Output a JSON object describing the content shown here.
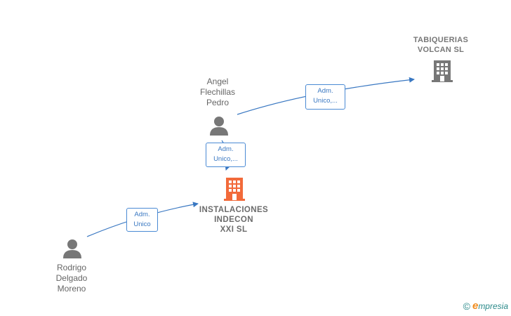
{
  "nodes": {
    "tabiquerias": {
      "label": "TABIQUERIAS\nVOLCAN  SL",
      "icon": "building-icon",
      "color": "#777777"
    },
    "angel": {
      "label": "Angel\nFlechillas\nPedro",
      "icon": "person-icon",
      "color": "#777777"
    },
    "instalaciones": {
      "label": "INSTALACIONES\nINDECON\nXXI  SL",
      "icon": "building-icon",
      "color": "#f26a3a"
    },
    "rodrigo": {
      "label": "Rodrigo\nDelgado\nMoreno",
      "icon": "person-icon",
      "color": "#777777"
    }
  },
  "edges": {
    "angel_to_tabiquerias": "Adm.\nUnico,...",
    "angel_to_instalaciones": "Adm.\nUnico,...",
    "rodrigo_to_instalaciones": "Adm.\nUnico"
  },
  "brand": {
    "copyright": "©",
    "initial": "e",
    "name": "mpresia"
  },
  "colors": {
    "edge": "#3a78c2",
    "accent": "#f26a3a"
  }
}
